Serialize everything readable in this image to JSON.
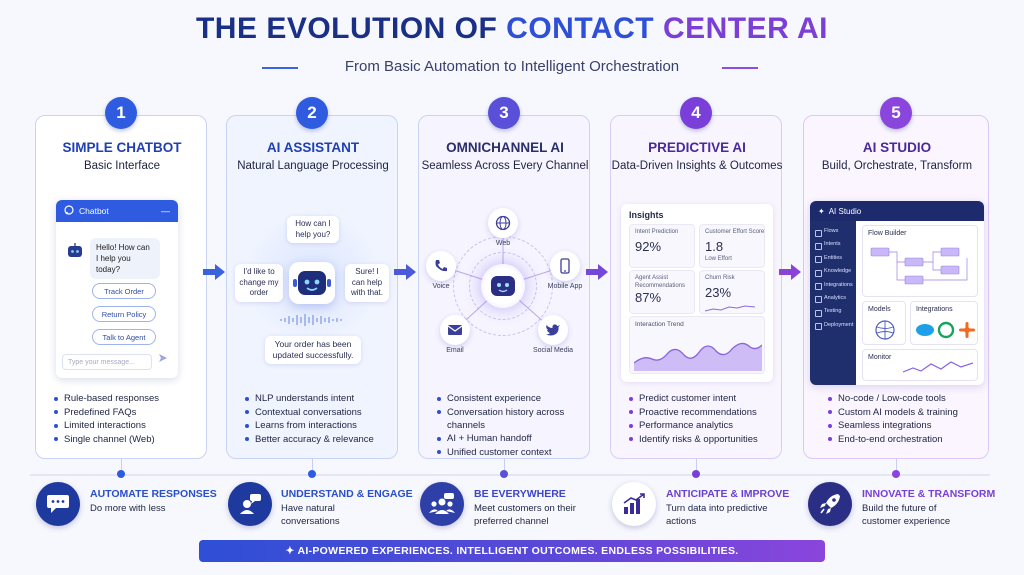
{
  "header": {
    "title_part1": "THE EVOLUTION OF",
    "title_part2": "CONTACT",
    "title_part3": "CENTER AI",
    "subtitle": "From Basic Automation to Intelligent Orchestration"
  },
  "stages": [
    {
      "number": "1",
      "title": "SIMPLE CHATBOT",
      "subtitle": "Basic Interface",
      "color": "#2f5be0",
      "bullets": [
        "Rule-based responses",
        "Predefined FAQs",
        "Limited interactions",
        "Single channel (Web)"
      ],
      "mockup": {
        "header": "Chatbot",
        "greeting": "Hello! How can I help you today?",
        "buttons": [
          "Track Order",
          "Return Policy",
          "Talk to Agent"
        ],
        "input_placeholder": "Type your message..."
      }
    },
    {
      "number": "2",
      "title": "AI ASSISTANT",
      "subtitle": "Natural Language Processing",
      "color": "#2f5be0",
      "bullets": [
        "NLP understands intent",
        "Contextual conversations",
        "Learns from interactions",
        "Better accuracy & relevance"
      ],
      "mockup": {
        "bubble_top": "How can I help you?",
        "bubble_left": "I'd like to change my order",
        "bubble_right": "Sure! I can help with that.",
        "bubble_bottom": "Your order has been updated successfully."
      }
    },
    {
      "number": "3",
      "title": "OMNICHANNEL AI",
      "subtitle": "Seamless Across Every Channel",
      "color": "#6a46d8",
      "bullets": [
        "Consistent experience",
        "Conversation history across channels",
        "AI + Human handoff",
        "Unified customer context"
      ],
      "mockup": {
        "channels": [
          "Web",
          "Voice",
          "Mobile App",
          "Email",
          "Social Media"
        ]
      }
    },
    {
      "number": "4",
      "title": "PREDICTIVE AI",
      "subtitle": "Data-Driven Insights & Outcomes",
      "color": "#7a3fd8",
      "bullets": [
        "Predict customer intent",
        "Proactive recommendations",
        "Performance analytics",
        "Identify risks & opportunities"
      ],
      "mockup": {
        "title": "Insights",
        "metrics": [
          {
            "label": "Intent Prediction",
            "value": "92%",
            "sub": ""
          },
          {
            "label": "Customer Effort Score",
            "value": "1.8",
            "sub": "Low Effort"
          },
          {
            "label": "Agent Assist Recommendations",
            "value": "87%",
            "sub": ""
          },
          {
            "label": "Churn Risk",
            "value": "23%",
            "sub": ""
          }
        ],
        "trend_label": "Interaction Trend"
      }
    },
    {
      "number": "5",
      "title": "AI STUDIO",
      "subtitle": "Build, Orchestrate, Transform",
      "color": "#8a45dc",
      "bullets": [
        "No-code / Low-code tools",
        "Custom AI models & training",
        "Seamless integrations",
        "End-to-end orchestration"
      ],
      "mockup": {
        "header": "AI Studio",
        "sidebar": [
          "Flows",
          "Intents",
          "Entities",
          "Knowledge",
          "Integrations",
          "Analytics",
          "Testing",
          "Deployment"
        ],
        "flow_builder": "Flow Builder",
        "models": "Models",
        "integrations": "Integrations",
        "monitor": "Monitor"
      }
    }
  ],
  "outcomes": [
    {
      "title": "AUTOMATE RESPONSES",
      "desc": "Do more with less",
      "icon": "chat-bubble-icon",
      "color": "#2a4fc8"
    },
    {
      "title": "UNDERSTAND & ENGAGE",
      "desc": "Have natural conversations",
      "icon": "people-chat-icon",
      "color": "#2a4fc8"
    },
    {
      "title": "BE EVERYWHERE",
      "desc": "Meet customers on their preferred channel",
      "icon": "group-icon",
      "color": "#4a46d0"
    },
    {
      "title": "ANTICIPATE & IMPROVE",
      "desc": "Turn data into predictive actions",
      "icon": "bar-chart-icon",
      "color": "#6b40d0"
    },
    {
      "title": "INNOVATE & TRANSFORM",
      "desc": "Build the future of customer experience",
      "icon": "rocket-icon",
      "color": "#7a3fd8"
    }
  ],
  "banner": "✦ AI-POWERED EXPERIENCES.  INTELLIGENT OUTCOMES.  ENDLESS POSSIBILITIES."
}
